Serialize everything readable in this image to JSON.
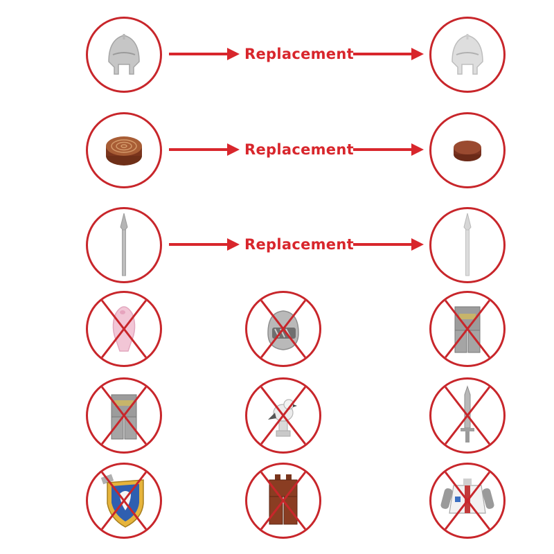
{
  "replacement_rows": [
    {
      "label": "Replacement",
      "from_part": "helmet-icon",
      "to_part": "helmet-icon"
    },
    {
      "label": "Replacement",
      "from_part": "round-tile-icon",
      "to_part": "round-tile-icon"
    },
    {
      "label": "Replacement",
      "from_part": "spear-icon",
      "to_part": "spear-icon"
    }
  ],
  "removed_parts": [
    "pink-plume-icon",
    "knight-helmet-icon",
    "minifig-legs-icon",
    "minifig-legs-icon",
    "bird-icon",
    "sword-icon",
    "shield-icon",
    "brown-legs-icon",
    "torso-icon"
  ],
  "colors": {
    "accent": "#d8262c",
    "circle": "#c8262b",
    "gray_part": "#c9c9c9",
    "brown_part": "#8a3d22"
  }
}
